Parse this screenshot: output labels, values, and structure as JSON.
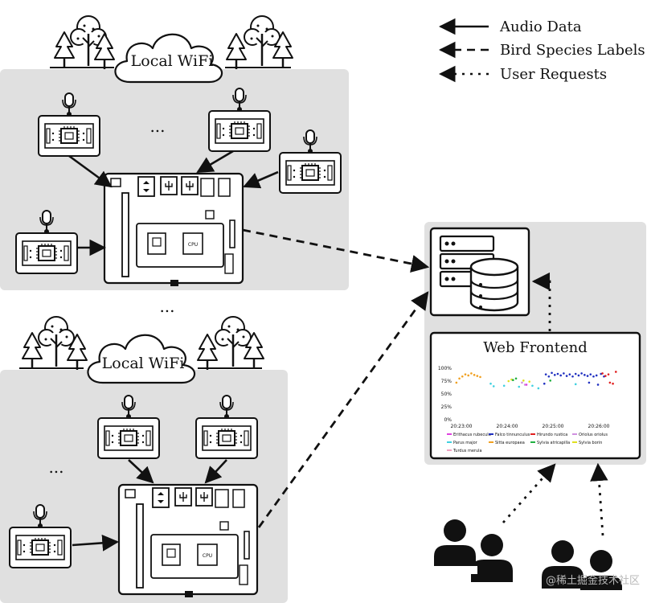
{
  "legend": {
    "audio": "Audio Data",
    "labels": "Bird Species Labels",
    "requests": "User Requests"
  },
  "clusters": [
    {
      "wifi_label": "Local WiFi",
      "ellipsis": "..."
    },
    {
      "wifi_label": "Local WiFi",
      "ellipsis": "..."
    }
  ],
  "between_clusters_ellipsis": "...",
  "frontend": {
    "title": "Web Frontend",
    "chart_data": {
      "type": "scatter",
      "yticks": [
        "100%",
        "75%",
        "50%",
        "25%",
        "0%"
      ],
      "xticks": [
        "20:23:00",
        "20:24:00",
        "20:25:00",
        "20:26:00"
      ],
      "ylim": [
        0,
        100
      ],
      "legend": [
        {
          "name": "Erithacus rubecula",
          "color": "#e040e0"
        },
        {
          "name": "Falco tinnunculus",
          "color": "#2030c0"
        },
        {
          "name": "Hirundo rustica",
          "color": "#e02020"
        },
        {
          "name": "Oriolus oriolus",
          "color": "#d090e0"
        },
        {
          "name": "Parus major",
          "color": "#40d0e0"
        },
        {
          "name": "Sitta europaea",
          "color": "#f0a020"
        },
        {
          "name": "Sylvia atricapilla",
          "color": "#20b040"
        },
        {
          "name": "Sylvia borin",
          "color": "#e0e020"
        },
        {
          "name": "Turdus merula",
          "color": "#f0a0c0"
        }
      ],
      "series": [
        {
          "name": "Sitta europaea",
          "points": [
            [
              0.1,
              72
            ],
            [
              0.3,
              80
            ],
            [
              0.5,
              84
            ],
            [
              0.7,
              88
            ],
            [
              0.9,
              86
            ],
            [
              1.1,
              90
            ],
            [
              1.3,
              87
            ],
            [
              1.5,
              85
            ],
            [
              1.7,
              83
            ]
          ]
        },
        {
          "name": "Parus major",
          "points": [
            [
              2.4,
              70
            ],
            [
              2.6,
              65
            ],
            [
              3.3,
              66
            ],
            [
              4.3,
              64
            ],
            [
              5.2,
              66
            ],
            [
              5.6,
              61
            ],
            [
              8.1,
              69
            ]
          ]
        },
        {
          "name": "Sylvia borin",
          "points": [
            [
              3.6,
              75
            ],
            [
              3.8,
              78
            ],
            [
              4.6,
              76
            ],
            [
              5.0,
              74
            ]
          ]
        },
        {
          "name": "Sylvia atricapilla",
          "points": [
            [
              3.9,
              77
            ],
            [
              4.1,
              80
            ],
            [
              6.4,
              76
            ]
          ]
        },
        {
          "name": "Oriolus oriolus",
          "points": [
            [
              4.5,
              72
            ],
            [
              4.7,
              68
            ]
          ]
        },
        {
          "name": "Erithacus rubecula",
          "points": [
            [
              4.8,
              68
            ]
          ]
        },
        {
          "name": "Falco tinnunculus",
          "points": [
            [
              6.1,
              88
            ],
            [
              6.3,
              84
            ],
            [
              6.5,
              91
            ],
            [
              6.7,
              87
            ],
            [
              6.9,
              89
            ],
            [
              7.1,
              86
            ],
            [
              7.3,
              90
            ],
            [
              7.5,
              85
            ],
            [
              7.7,
              88
            ],
            [
              7.9,
              84
            ],
            [
              8.1,
              89
            ],
            [
              8.3,
              86
            ],
            [
              8.5,
              90
            ],
            [
              8.7,
              87
            ],
            [
              8.9,
              85
            ],
            [
              9.1,
              88
            ],
            [
              9.3,
              84
            ],
            [
              9.5,
              86
            ],
            [
              9.8,
              89
            ],
            [
              10.0,
              84
            ],
            [
              6.0,
              70
            ],
            [
              9.0,
              72
            ],
            [
              9.6,
              68
            ]
          ]
        },
        {
          "name": "Hirundo rustica",
          "points": [
            [
              9.9,
              90
            ],
            [
              10.1,
              85
            ],
            [
              10.3,
              88
            ],
            [
              10.4,
              72
            ],
            [
              10.6,
              70
            ],
            [
              10.8,
              93
            ]
          ]
        }
      ]
    }
  },
  "watermark": "@稀土掘金技术社区"
}
